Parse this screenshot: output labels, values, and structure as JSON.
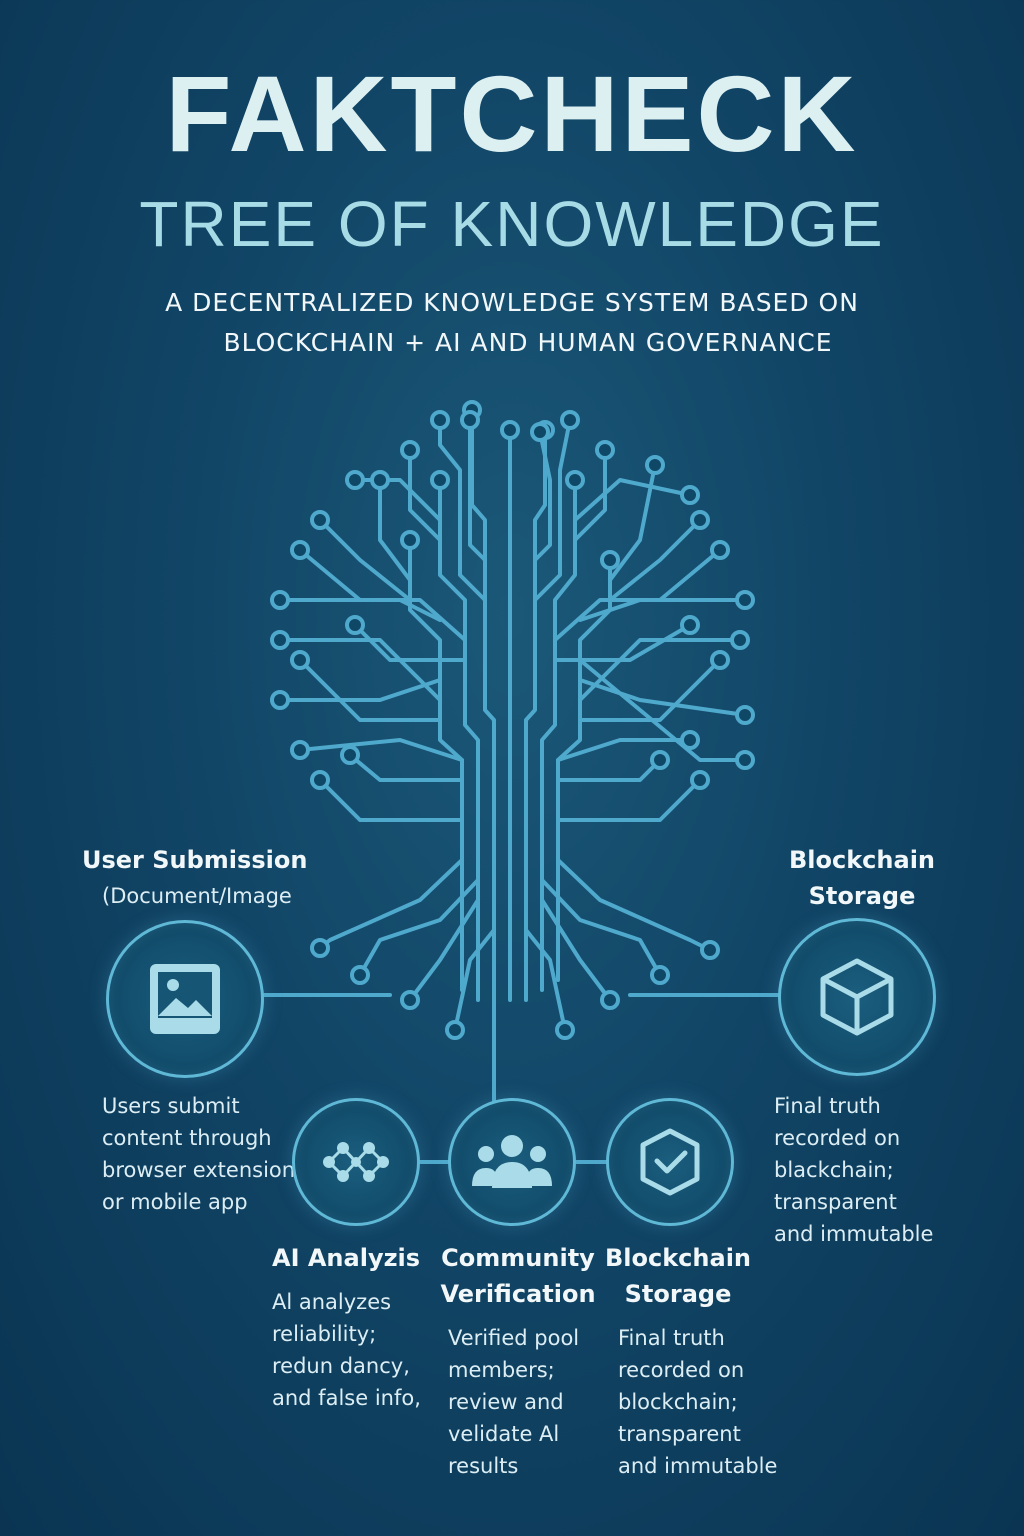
{
  "header": {
    "title": "FAKTCHECK",
    "subtitle": "TREE OF KNOWLEDGE",
    "tagline_line1": "A DECENTRALIZED KNOWLEDGE SYSTEM BASED ON",
    "tagline_line2": "BLOCKCHAIN + AI AND HUMAN GOVERNANCE"
  },
  "left_node": {
    "title": "User Submission",
    "subtitle": "(Document/Image",
    "icon": "image-icon",
    "description": [
      "Users submit",
      "content through",
      "browser extension",
      "or mobile app"
    ]
  },
  "right_node": {
    "title_line1": "Blockchain",
    "title_line2": "Storage",
    "icon": "cube-icon",
    "description": [
      "Final truth",
      "recorded on",
      "blackchain;",
      "transparent",
      "and immutable"
    ]
  },
  "steps": [
    {
      "title_line1": "AI Analyzis",
      "title_line2": "",
      "icon": "ai-nodes-icon",
      "description": [
        "Al analyzes",
        "reliability;",
        "redun dancy,",
        "and false info,"
      ]
    },
    {
      "title_line1": "Community",
      "title_line2": "Verification",
      "icon": "community-icon",
      "description": [
        "Verified pool",
        "members;",
        "review and",
        "velidate Al",
        "results"
      ]
    },
    {
      "title_line1": "Blockchain",
      "title_line2": "Storage",
      "icon": "shield-check-icon",
      "description": [
        "Final truth",
        "recorded on",
        "blockchain;",
        "transparent",
        "and immutable"
      ]
    }
  ],
  "colors": {
    "background": "#114566",
    "circuit": "#4fa9cc",
    "circle_border": "#5fb9d6",
    "icon": "#a9dce8",
    "title": "#dcf0f2"
  }
}
